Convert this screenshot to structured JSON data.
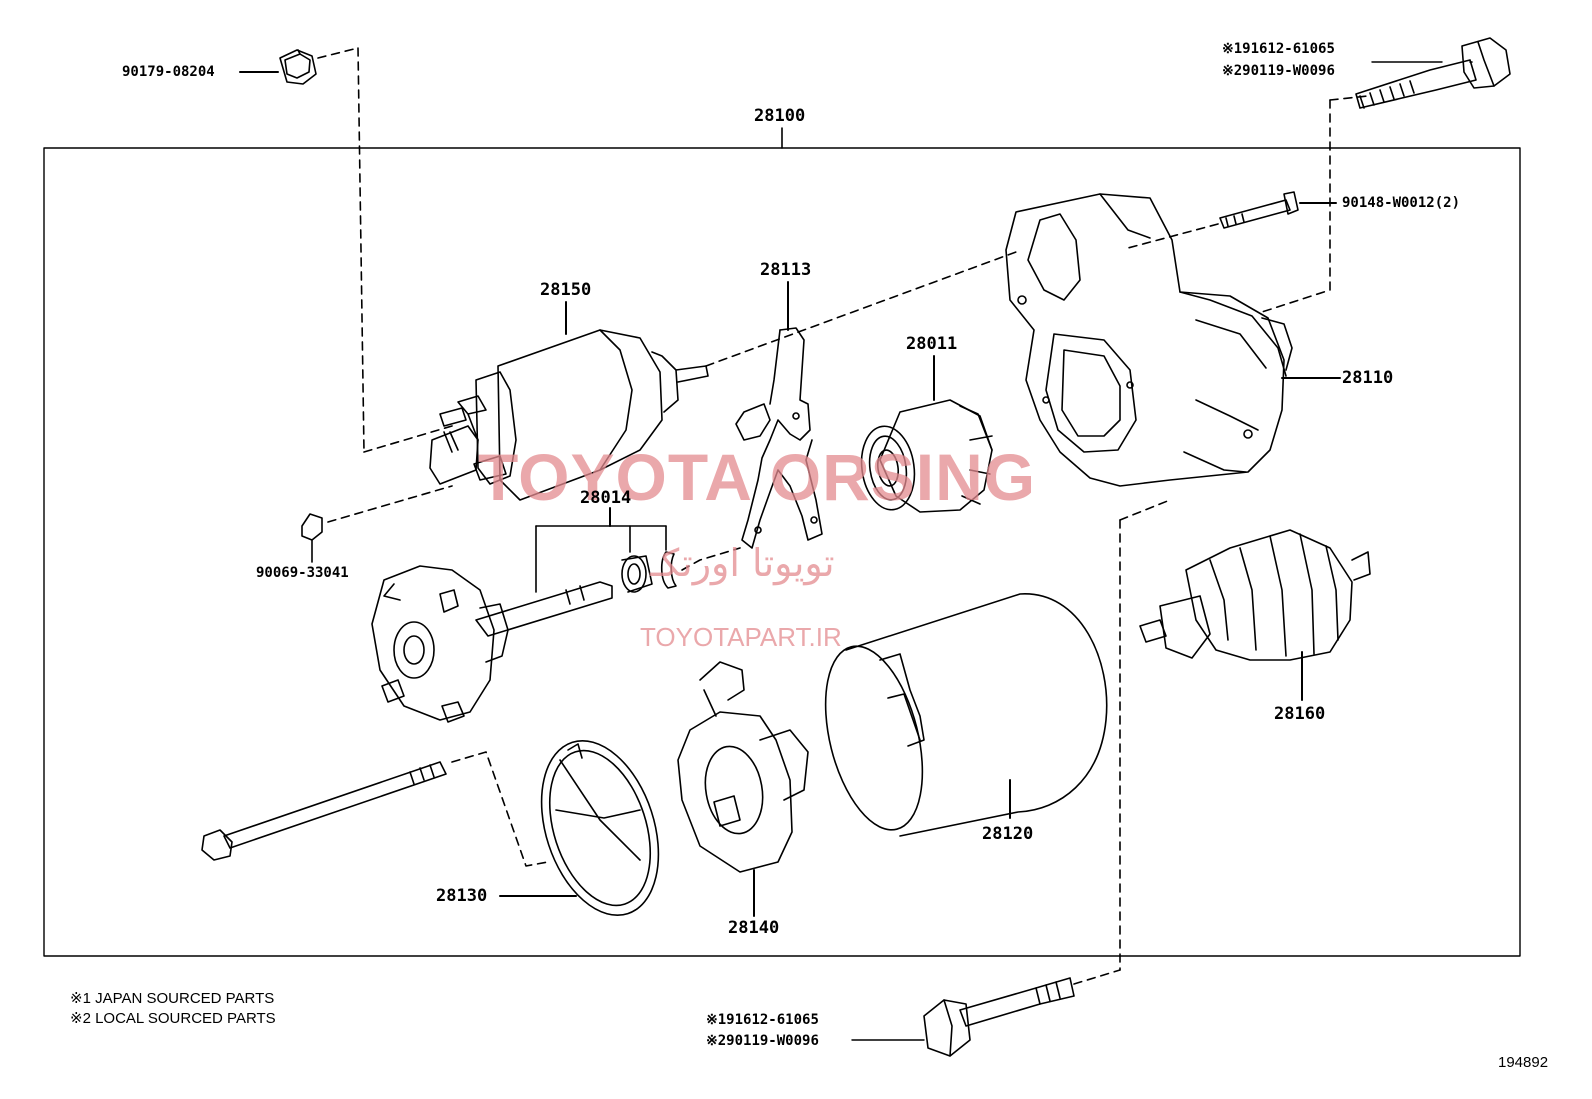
{
  "diagram": {
    "assembly_number": "28100",
    "parts": {
      "nut_top": "90179-08204",
      "bolt_top_r": [
        "※191612-61065",
        "※290119-W0096"
      ],
      "screw": "90148-W0012(2)",
      "solenoid": "28150",
      "lever": "28113",
      "clutch": "28011",
      "housing": "28110",
      "kit": "28014",
      "nut_left": "90069-33041",
      "armature": "28160",
      "yoke": "28120",
      "end_frame": "28130",
      "brush_holder": "28140",
      "bolt_bottom": [
        "※191612-61065",
        "※290119-W0096"
      ]
    },
    "notes": [
      "※1 JAPAN SOURCED PARTS",
      "※2 LOCAL SOURCED PARTS"
    ],
    "ref_number": "194892"
  },
  "watermark": {
    "brand": "TOYOTA ORSING",
    "farsi": "تویوتا اورتکـ",
    "url": "TOYOTAPART.IR"
  }
}
